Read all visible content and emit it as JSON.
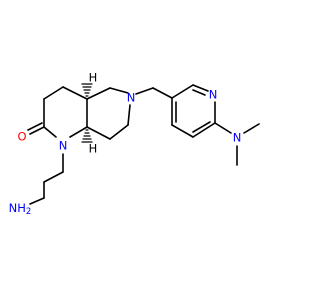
{
  "molecule": {
    "atoms": {
      "carbonyl_oxygen": {
        "label": "O",
        "color": "#ff0000"
      },
      "lactam_nitrogen": {
        "label": "N",
        "color": "#0000ff"
      },
      "amine_nitrogen": {
        "label": "N",
        "color": "#0000ff"
      },
      "pyridine_nitrogen": {
        "label": "N",
        "color": "#0000ff"
      },
      "dimethylamino_nitrogen": {
        "label": "N",
        "color": "#0000ff"
      },
      "primary_amine": {
        "label": "NH",
        "subscript": "2",
        "color": "#0000ff"
      },
      "stereo_h_top": {
        "label": "H",
        "color": "#000000"
      },
      "stereo_h_bottom": {
        "label": "H",
        "color": "#000000"
      }
    },
    "colors": {
      "bond": "#000000",
      "background": "#ffffff"
    }
  }
}
